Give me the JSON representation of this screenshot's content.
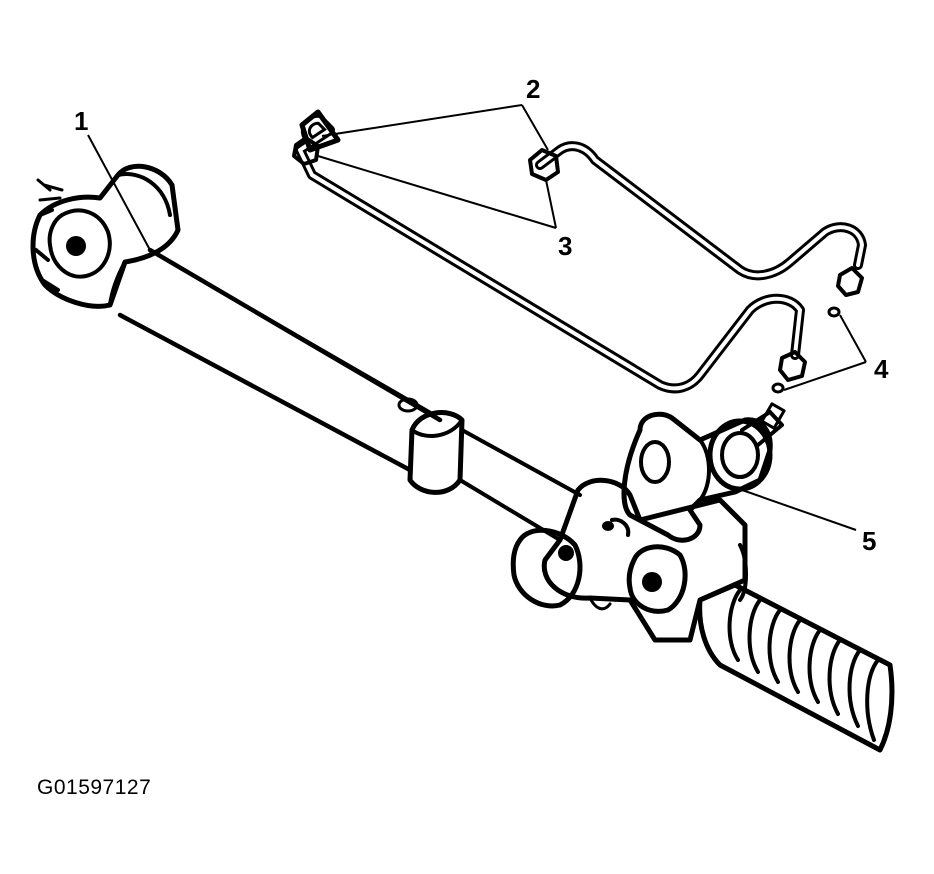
{
  "diagram": {
    "callouts": {
      "c1": "1",
      "c2": "2",
      "c3": "3",
      "c4": "4",
      "c5": "5"
    },
    "figure_id": "G01597127"
  }
}
